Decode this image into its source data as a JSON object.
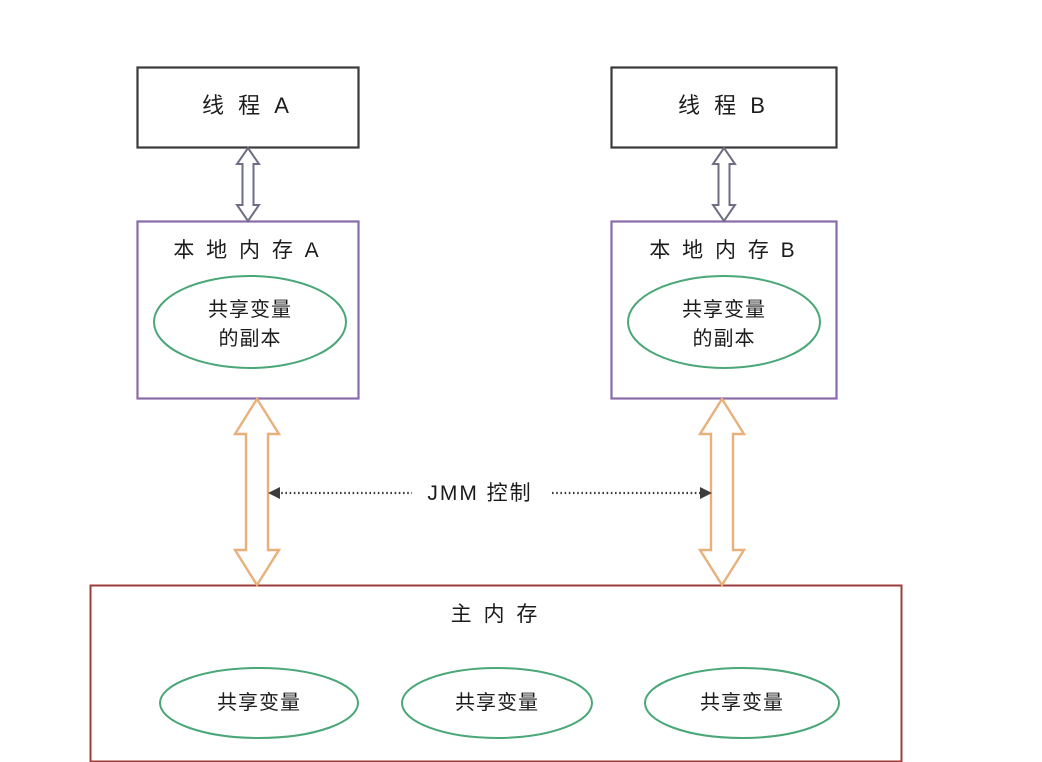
{
  "diagram": {
    "title": "Java Memory Model (JMM) abstract structure",
    "colors": {
      "thread_box_border": "#3a3a3a",
      "local_memory_border": "#7b5ea7",
      "main_memory_border": "#9e3b3b",
      "ellipse_border": "#4aa777",
      "gray_arrow_border": "#6e6e84",
      "orange_arrow_border": "#e8b07a",
      "dotted_line": "#4a4a4a",
      "background": "#ffffff",
      "text": "#1c1c1c"
    },
    "threads": [
      {
        "id": "thread-a",
        "label": "线 程 A"
      },
      {
        "id": "thread-b",
        "label": "线 程 B"
      }
    ],
    "local_memories": [
      {
        "id": "local-memory-a",
        "label": "本 地 内 存 A",
        "variable_copy": {
          "line1": "共享变量",
          "line2": "的副本"
        }
      },
      {
        "id": "local-memory-b",
        "label": "本 地 内 存 B",
        "variable_copy": {
          "line1": "共享变量",
          "line2": "的副本"
        }
      }
    ],
    "jmm_control": {
      "label": "JMM 控制"
    },
    "main_memory": {
      "id": "main-memory",
      "label": "主 内 存",
      "shared_variables": [
        {
          "label": "共享变量"
        },
        {
          "label": "共享变量"
        },
        {
          "label": "共享变量"
        }
      ]
    },
    "connectors": [
      {
        "id": "thread-a-to-local-a",
        "style": "gray-double-arrow"
      },
      {
        "id": "thread-b-to-local-b",
        "style": "gray-double-arrow"
      },
      {
        "id": "local-a-to-main",
        "style": "orange-double-arrow"
      },
      {
        "id": "local-b-to-main",
        "style": "orange-double-arrow"
      },
      {
        "id": "jmm-control-span",
        "style": "dotted-double-arrow"
      }
    ]
  }
}
